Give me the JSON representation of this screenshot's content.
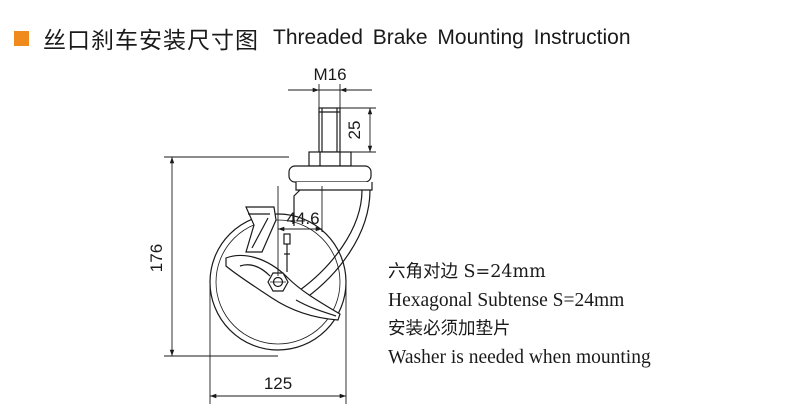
{
  "header": {
    "title_cn": "丝口刹车安装尺寸图",
    "title_en": "Threaded Brake Mounting Instruction",
    "accent_color": "#f08a1c"
  },
  "dimensions": {
    "thread": "M16",
    "thread_length": "25",
    "height": "176",
    "offset": "44.6",
    "wheel_diameter": "125"
  },
  "notes": {
    "line1": "六角对边 S=24mm",
    "line2": "Hexagonal Subtense S=24mm",
    "line3": "安装必须加垫片",
    "line4": "Washer is needed when mounting"
  }
}
